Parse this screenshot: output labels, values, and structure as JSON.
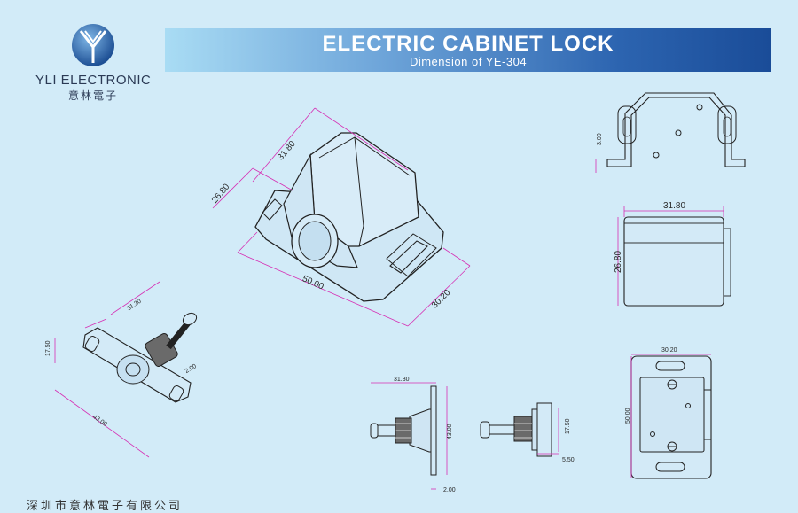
{
  "logo": {
    "brand": "YLI ELECTRONIC",
    "brand_cn": "意林電子"
  },
  "banner": {
    "title": "ELECTRIC CABINET LOCK",
    "subtitle": "Dimension of YE-304"
  },
  "iso_view": {
    "dim_top": "31.80",
    "dim_left": "26.80",
    "dim_length": "50.00",
    "dim_width": "30.20"
  },
  "top_right_view": {
    "dim_height": "3.00"
  },
  "front_view": {
    "dim_width": "31.80",
    "dim_height": "26.80"
  },
  "plunger_iso_view": {
    "dim_length": "31.30",
    "dim_height": "17.50",
    "dim_thickness": "2.00",
    "dim_base": "43.00"
  },
  "side_view_1": {
    "dim_length": "31.30",
    "dim_height": "43.00",
    "dim_thickness": "2.00"
  },
  "side_view_2": {
    "dim_height": "17.50",
    "dim_offset": "5.50"
  },
  "bottom_view": {
    "dim_width": "30.20",
    "dim_height": "50.00"
  },
  "footer": {
    "text_cn": "深圳市意林電子有限公司"
  }
}
